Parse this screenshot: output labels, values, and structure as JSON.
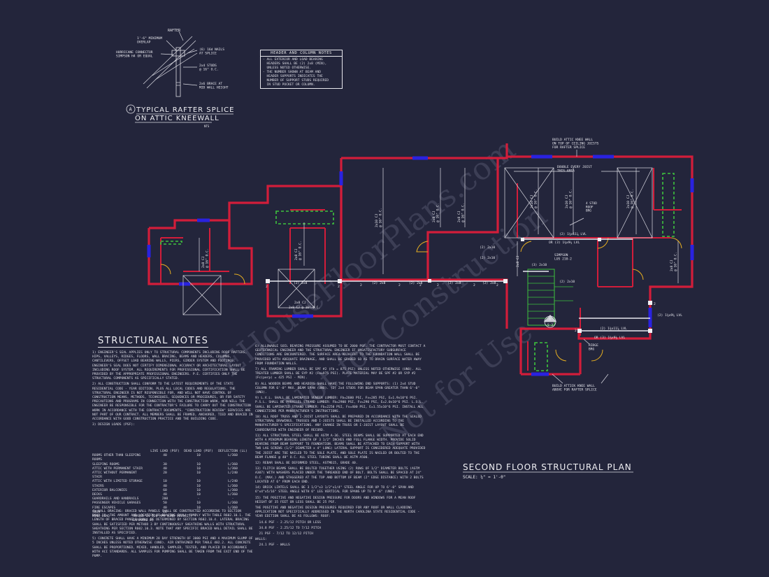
{
  "watermark": {
    "line1": "EHouseFloorPlans.com",
    "line2": "Not for Construction",
    "line3": "Not for Use"
  },
  "rafter_detail": {
    "labels": {
      "rafter": "RAFTER",
      "overlap": "1'-6\" MINIMUM\nOVERLAP",
      "connector": "HURRICANE CONNECTOR\nSIMPSON H4 OR EQUAL",
      "nails": "(6) 16d NAILS\nAT SPLICE",
      "studs": "2x4 STUDS\n@ 16\" O.C.",
      "brace": "2x6 BRACE AT\nMID WALL HEIGHT"
    },
    "callout": "A",
    "title_line1": "TYPICAL RAFTER SPLICE",
    "title_line2": "ON ATTIC KNEEWALL",
    "scale": "NTS"
  },
  "header_notes": {
    "title": "HEADER AND COLUMN NOTES",
    "text": "- ALL EXTERIOR AND LOAD BEARING\n  HEADERS SHALL BE (2) 2x8 (MIN),\n  UNLESS NOTED OTHERWISE.\n- THE NUMBER SHOWN AT BEAM AND\n  HEADER SUPPORTS INDICATES THE\n  NUMBER OF SUPPORT STUDS REQUIRED\n  IN STUD POCKET OR COLUMN."
  },
  "plan_labels": {
    "attic_knee_wall_top": "BUILD ATTIC KNEE WALL\nON TOP OF CEILING JOISTS\nFOR RAFTER SPLICE",
    "double_joist": "DOUBLE EVERY JOIST\nTHIS AREA",
    "stud_roof_brg": "4 STUD\nROOF\nBRG",
    "lvl_top": "(2) 1¾x11⅞ LVL",
    "lvl_or": "OR (3) 1¾x9¼ LVL",
    "simpson": "SIMPSON\nLUS 210-2",
    "header_2x10": "(2) 2x10",
    "header_3_2x10": "(3) 2x10",
    "header_2x8": "(2) 2x8",
    "lvl_right": "(2) 1¾x9¼ LVL",
    "lvl_bottom": "(2) 1¾x11⅞ LVL",
    "lvl_bottom_or": "OR (3) 1¾x9¼ LVL",
    "ridge_brg": "RIDGE\nBRG",
    "knee_wall_bottom": "BUILD ATTICK KNEE WALL\nABOVE FOR RAFTER SPLICE",
    "cj_2x8_16": "2x8 CJ\n@ 16\" O.C.",
    "cj_2x10_16": "2x10 CJ\n@ 16\" O.C.",
    "cj_2x8_short": "2x8 CJ",
    "section_tag": "A",
    "section_sheet": "S-3",
    "support": "2"
  },
  "plan_title": "SECOND FLOOR STRUCTURAL PLAN",
  "plan_scale": "SCALE: ¼\" = 1'-0\"",
  "structural_notes": {
    "title": "STRUCTURAL NOTES",
    "left": [
      "1) ENGINEER'S SEAL APPLIES ONLY TO STRUCTURAL COMPONENTS INCLUDING ROOF RAFTERS, HIPS, VALLEYS, RIDGES, FLOORS, WALL BRACING, BEAMS AND HEADERS, COLUMNS, CANTILEVERS, OFFSET LOAD BEARING WALLS, PIERS, GIRDER SYSTEM AND FOOTINGS. ENGINEER'S SEAL DOES NOT CERTIFY DIMENSIONAL ACCURACY OR ARCHITECTURAL LAYOUT INCLUDING ROOF SYSTEM. ALL REQUIREMENTS FOR PROFESSIONAL CERTIFICATION SHALL BE PROVIDED BY THE APPROPRIATE PROFESSIONAL ENGINEERS. P.E. CERTIFIES ONLY THE STRUCTURAL COMPONENTS AS SPECIFICALLY STATED.",
      "2) ALL CONSTRUCTION SHALL CONFORM TO THE LATEST REQUIREMENTS OF THE STATE RESIDENTIAL CODE - YEAR EDITION, PLUS ALL LOCAL CODES AND REGULATIONS. THE STRUCTURAL ENGINEER IS NOT RESPONSIBLE FOR, AND WILL NOT HAVE CONTROL OF CONSTRUCTION MEANS, METHODS, TECHNIQUES, SEQUENCES OR PROCEDURES, OR FOR SAFETY PRECAUTIONS AND PROGRAMS IN CONNECTION WITH THE CONSTRUCTION WORK, NOR WILL THE ENGINEER BE RESPONSIBLE FOR THE CONTRACTOR'S FAILURE TO CARRY OUT THE CONSTRUCTION WORK IN ACCORDANCE WITH THE CONTRACT DOCUMENTS. \"CONSTRUCTION REVIEW\" SERVICES ARE NOT PART OF OUR CONTRACT. ALL MEMBERS SHALL BE FRAMED, ANCHORED, TIED AND BRACED IN ACCORDANCE WITH GOOD CONSTRUCTION PRACTICE AND THE BUILDING CODE.",
      "3) DESIGN LOADS (PSF):"
    ],
    "loads_header": [
      "",
      "LIVE LOAD (PSF)",
      "DEAD LOAD (PSF)",
      "DEFLECTION (LL)"
    ],
    "loads": [
      [
        "ROOMS OTHER THAN SLEEPING ROOMS",
        "40",
        "10",
        "L/360"
      ],
      [
        "SLEEPING ROOMS",
        "30",
        "10",
        "L/360"
      ],
      [
        "ATTIC WITH PERMANENT STAIR",
        "40",
        "10",
        "L/360"
      ],
      [
        "ATTIC WITHOUT PERMANENT STAIR",
        "20",
        "10",
        "L/240"
      ],
      [
        "ATTIC WITH LIMITED STORAGE",
        "10",
        "10",
        "L/240"
      ],
      [
        "STAIRS",
        "40",
        "10",
        "L/360"
      ],
      [
        "EXTERIOR BALCONIES",
        "60",
        "10",
        "L/360"
      ],
      [
        "DECKS",
        "40",
        "10",
        "L/360"
      ],
      [
        "GUARDRAILS AND HANDRAILS",
        "200",
        "-",
        "-"
      ],
      [
        "PASSENGER VEHICLE GARAGES",
        "50",
        "10",
        "L/360"
      ],
      [
        "FIRE ESCAPES",
        "40",
        "10",
        "L/360"
      ],
      [
        "SNOW",
        "20",
        "-",
        "-"
      ],
      [
        "WIND LOAD",
        "(BASED ON 120 MPH WIND VELOCITY + EXPOSURE B)",
        "",
        ""
      ]
    ],
    "left_after": [
      "4) WALL BRACING: BRACED WALL PANELS SHALL BE CONSTRUCTED ACCORDING TO SECTION R602.10. THE AMOUNT AND LOCATION OF BRACING SHALL COMPLY WITH TABLE R602.10.1. THE LENGTH OF BRACED PANELS SHALL BE DETERMINED BY SECTION R602.10.4. LATERAL BRACING SHALL BE SATISFIED PER METHOD 3 BY CONTINUOUSLY SHEATHING WALLS WITH STRUCTURAL SHEATHING PER SECTION R602.10.3. NOTE THAT ANY SPECIFIC BRACED WALL DETAIL SHALL BE INSTALLED AS SPECIFIED.",
      "5) CONCRETE SHALL HAVE A MINIMUM 28 DAY STRENGTH OF 3000 PSI AND A MAXIMUM SLUMP OF 5 INCHES UNLESS NOTED OTHERWISE (UNO). AIR ENTRAINED PER TABLE 402.2. ALL CONCRETE SHALL BE PROPORTIONED, MIXED, HANDLED, SAMPLED, TESTED, AND PLACED IN ACCORDANCE WITH ACI STANDARDS. ALL SAMPLES FOR PUMPING SHALL BE TAKEN FROM THE EXIT END OF THE PUMP."
    ],
    "right": [
      "6) ALLOWABLE SOIL BEARING PRESSURE ASSUMED TO BE 2000 PSF. THE CONTRACTOR MUST CONTACT A GEOTECHNICAL ENGINEER AND THE STRUCTURAL ENGINEER IF UNSATISFACTORY SUBSURFACE CONDITIONS ARE ENCOUNTERED. THE SURFACE AREA ADJACENT TO THE FOUNDATION WALL SHALL BE PROVIDED WITH ADEQUATE DRAINAGE, AND SHALL BE GRADED SO AS TO DRAIN SURFACE WATER AWAY FROM FOUNDATION WALLS.",
      "7) ALL FRAMING LUMBER SHALL BE SPF #2 (Fb = 875 PSI) UNLESS NOTED OTHERWISE (UNO). ALL TREATED LUMBER SHALL BE SYP #2 (Fb=975 PSI). PLATE MATERIAL MAY BE SPF #2 OR SYP #2 (Fc(perp) = 425 PSI - MIN).",
      "8) ALL WOODEN BEAMS AND HEADERS SHALL HAVE THE FOLLOWING END SUPPORTS: (1) 2x4 STUD COLUMN FOR 6'-0\" MAX. BEAM SPAN (UNO). (2) 2x4 STUDS FOR BEAM SPAN GREATER THAN 6'-0\" (UNO).",
      "9) L.V.L. SHALL BE LAMINATED VENEER LUMBER: Fb=2600 PSI, Fv=285 PSI, E=1.9x10^6 PSI. P.S.L. SHALL BE PARALLEL STRAND LUMBER: Fb=2900 PSI, Fv=290 PSI, E=2.0x10^6 PSI. L.S.L. SHALL BE LAMINATED STRAND LUMBER: Fb=2250 PSI, Fv=400 PSI, E=1.55x10^6 PSI. INSTALL ALL CONNECTIONS PER MANUFACTURER'S INSTRUCTIONS.",
      "10) ALL ROOF TRUSS AND I-JOIST LAYOUTS SHALL BE PREPARED IN ACCORDANCE WITH THE SEALED STRUCTURAL DRAWINGS. TRUSSES AND I-JOISTS SHALL BE INSTALLED ACCORDING TO THE MANUFACTURER'S SPECIFICATIONS. ANY CHANGE IN TRUSS OR I-JOIST LAYOUT SHALL BE COORDINATED WITH ENGINEER OF RECORD.",
      "11) ALL STRUCTURAL STEEL SHALL BE ASTM A-36. STEEL BEAMS SHALL BE SUPPORTED AT EACH END WITH A MINIMUM BEARING LENGTH OF 3 1/2\" INCHES AND FULL FLANGE WIDTH. PROVIDE SOLID BEARING FROM BEAM SUPPORT TO FOUNDATION. BEAMS SHALL BE ATTACHED TO EACH SUPPORT WITH TWO LAG SCREWS (1/2\" DIAMETER x 4\" LONG) LATERAL SUPPORT IS CONSIDERED ADEQUATE PROVIDED THE JOIST ARE TOE NAILED TO THE SOLE PLATE, AND SOLE PLATE IS NAILED OR BOLTED TO THE BEAM FLANGE @ 48\" O.C. ALL STEEL TUBING SHALL BE ASTM A500.",
      "12) REBAR SHALL BE DEFORMED STEEL, ASTM615, GRADE 40.",
      "13) FLITCH BEAMS SHALL BE BOLTED TOGETHER USING (2) ROWS OF 1/2\" DIAMETER BOLTS (ASTM A307) WITH WASHERS PLACED UNDER THE THREADED END OF BOLT. BOLTS SHALL BE SPACED AT 24\" O.C. (MAX.) AND STAGGERED AT THE TOP AND BOTTOM OF BEAM (2\" EDGE DISTANCE) WITH 2 BOLTS LOCATED AT 6\" FROM EACH END.",
      "14) BRICK LINTELS SHALL BE 3 1/2\"x3 1/2\"x1/4\" STEEL ANGLE FOR UP TO 6'-0\" SPAN AND 6\"x4\"x5/16\" STEEL ANGLE WITH 6\" LEG VERTICAL FOR SPANS UP TO 9'-6\" (UNO).",
      "15) THE POSITIVE AND NEGATIVE DESIGN PRESSURE FOR DOORS AND WINDOWS FOR A MEAN ROOF HEIGHT OF 35 FEET OR LESS SHALL BE 25 PSF.",
      "THE POSITIVE AND NEGATIVE DESIGN PRESSURES REQUIRED FOR ANY ROOF OR WALL CLADDING APPLICATION NOT SPECIFICALLY ADDRESSED IN THE NORTH CAROLINA STATE RESIDENTIAL CODE - YEAR EDITION SHALL BE AS FOLLOWS: ROOF:",
      "  14.6 PSF - 2.25/12 PITCH OR LESS",
      "  34.8 PSF - 2.25/12 TO 7/12 PITCH",
      "  21 PSF - 7/12 TO 12/12 PITCH",
      "WALLS:",
      "  24.1 PSF - WALLS"
    ]
  }
}
